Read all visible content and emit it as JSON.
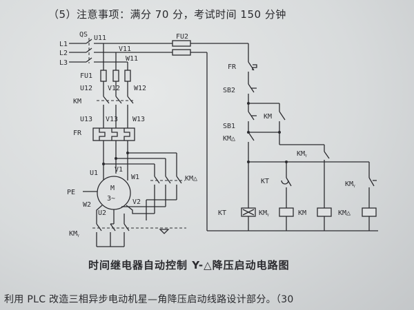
{
  "header": {
    "note": "（5）注意事项：满分 70 分，考试时间 150 分钟"
  },
  "diagram": {
    "caption": "时间继电器自动控制 Y-△降压启动电路图",
    "labels": {
      "L1": "L1",
      "L2": "L2",
      "L3": "L3",
      "QS": "QS",
      "U11": "U11",
      "V11": "V11",
      "W11": "W11",
      "FU1": "FU1",
      "U12": "U12",
      "V12": "V12",
      "W12": "W12",
      "KM_main": "KM",
      "U13": "U13",
      "V13": "V13",
      "W13": "W13",
      "FR_main": "FR",
      "U1": "U1",
      "V1": "V1",
      "W1": "W1",
      "KM_delta_main": "KM△",
      "PE": "PE",
      "M": "M",
      "M3": "3~",
      "W2": "W2",
      "U2": "U2",
      "V2": "V2",
      "KM_Y_main": "KMᵧ",
      "FU2": "FU2",
      "FR_ctrl": "FR",
      "SB2": "SB2",
      "SB1": "SB1",
      "KM_ctrl": "KM",
      "KM_delta_nc": "KM△",
      "KM_Y_mid": "KMᵧ",
      "KT_contact": "KT",
      "KM_Y_right": "KMᵧ",
      "coil_KT": "KT",
      "coil_KMY": "KMᵧ",
      "coil_KM": "KM",
      "coil_KMD": "KM△"
    }
  },
  "footer": {
    "text": "利用 PLC 改造三相异步电动机星—角降压启动线路设计部分。（30"
  }
}
